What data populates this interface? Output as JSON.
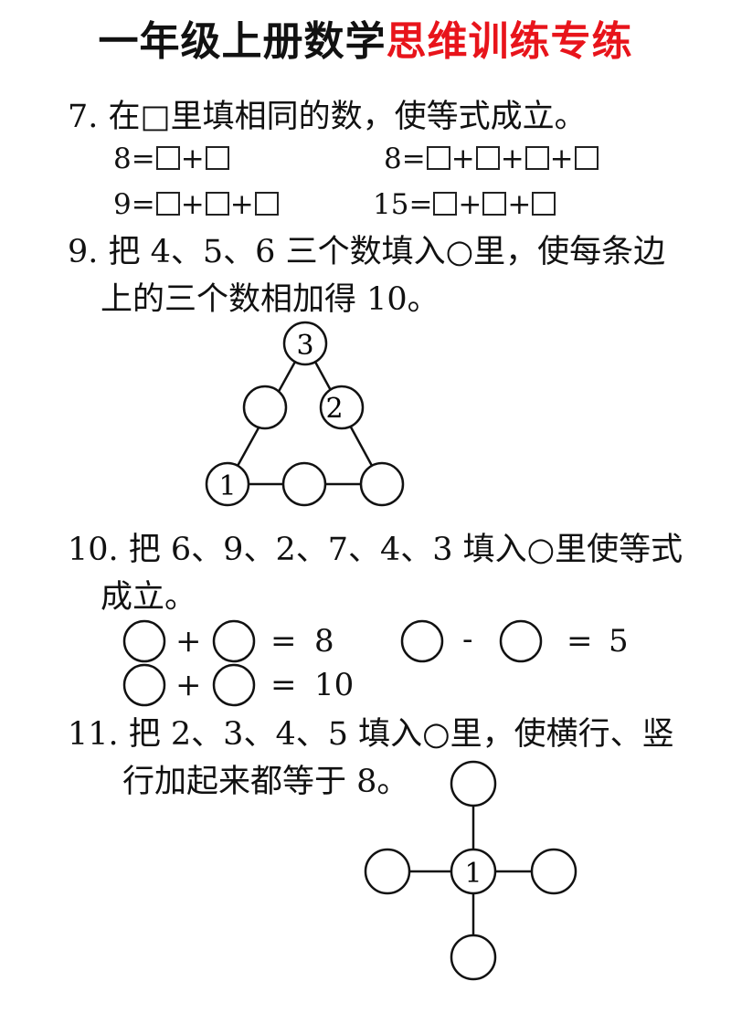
{
  "title": {
    "black": "一年级上册数学",
    "red": "思维训练专练",
    "red_color": "#e8141b"
  },
  "q7": {
    "question": "7. 在□里填相同的数，使等式成立。",
    "eq1_lhs": "8=",
    "eq2_lhs": "8=",
    "eq3_lhs": "9=",
    "eq4_lhs": "15=",
    "plus": "+"
  },
  "q9": {
    "line1": "9. 把 4、5、6 三个数填入○里，使每条边",
    "line2": "上的三个数相加得 10。",
    "given": {
      "top": "3",
      "right_mid": "2",
      "bottom_left": "1"
    }
  },
  "q10": {
    "line1": "10. 把 6、9、2、7、4、3 填入○里使等式",
    "line2": "成立。",
    "plus": "+",
    "minus": "-",
    "equals": "=",
    "eq1_result": "8",
    "eq2_result": "5",
    "eq3_result": "10"
  },
  "q11": {
    "line1": "11. 把 2、3、4、5 填入○里，使横行、竖",
    "line2": "行加起来都等于 8。",
    "center": "1"
  }
}
